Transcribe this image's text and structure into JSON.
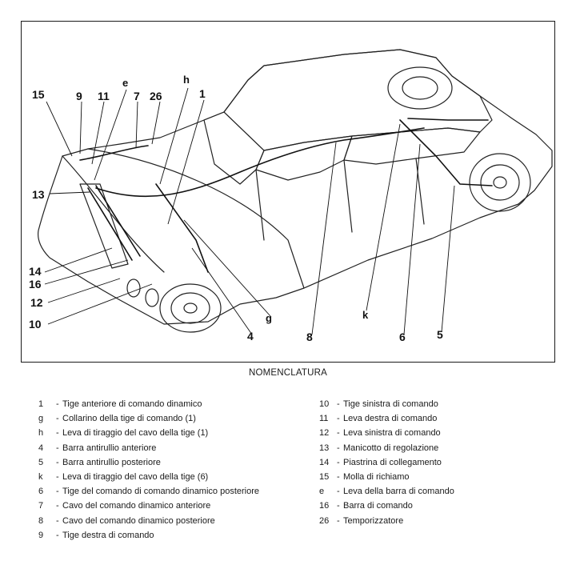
{
  "callouts": [
    {
      "id": "c15",
      "text": "15"
    },
    {
      "id": "c9",
      "text": "9"
    },
    {
      "id": "c11",
      "text": "11"
    },
    {
      "id": "ce",
      "text": "e"
    },
    {
      "id": "c7",
      "text": "7"
    },
    {
      "id": "c26",
      "text": "26"
    },
    {
      "id": "ch",
      "text": "h"
    },
    {
      "id": "c1",
      "text": "1"
    },
    {
      "id": "c13",
      "text": "13"
    },
    {
      "id": "c14",
      "text": "14"
    },
    {
      "id": "c16",
      "text": "16"
    },
    {
      "id": "c12",
      "text": "12"
    },
    {
      "id": "c10",
      "text": "10"
    },
    {
      "id": "c4",
      "text": "4"
    },
    {
      "id": "cg",
      "text": "g"
    },
    {
      "id": "c8",
      "text": "8"
    },
    {
      "id": "ck",
      "text": "k"
    },
    {
      "id": "c6",
      "text": "6"
    },
    {
      "id": "c5",
      "text": "5"
    }
  ],
  "legend": {
    "title": "NOMENCLATURA",
    "left": [
      {
        "key": "1",
        "text": "Tige anteriore di comando dinamico"
      },
      {
        "key": "g",
        "text": "Collarino della tige di comando (1)"
      },
      {
        "key": "h",
        "text": "Leva di tiraggio del cavo della tige (1)"
      },
      {
        "key": "4",
        "text": "Barra antirullio anteriore"
      },
      {
        "key": "5",
        "text": "Barra antirullio posteriore"
      },
      {
        "key": "k",
        "text": "Leva di tiraggio del cavo della tige (6)"
      },
      {
        "key": "6",
        "text": "Tige del comando di comando dinamico posteriore"
      },
      {
        "key": "7",
        "text": "Cavo del comando dinamico anteriore"
      },
      {
        "key": "8",
        "text": "Cavo del comando dinamico posteriore"
      },
      {
        "key": "9",
        "text": "Tige destra di comando"
      }
    ],
    "right": [
      {
        "key": "10",
        "text": "Tige sinistra di comando"
      },
      {
        "key": "11",
        "text": "Leva destra di comando"
      },
      {
        "key": "12",
        "text": "Leva sinistra di comando"
      },
      {
        "key": "13",
        "text": "Manicotto di regolazione"
      },
      {
        "key": "14",
        "text": "Piastrina di collegamento"
      },
      {
        "key": "15",
        "text": "Molla di richiamo"
      },
      {
        "key": "e",
        "text": "Leva della barra di comando"
      },
      {
        "key": "16",
        "text": "Barra di comando"
      },
      {
        "key": "26",
        "text": "Temporizzatore"
      }
    ]
  }
}
